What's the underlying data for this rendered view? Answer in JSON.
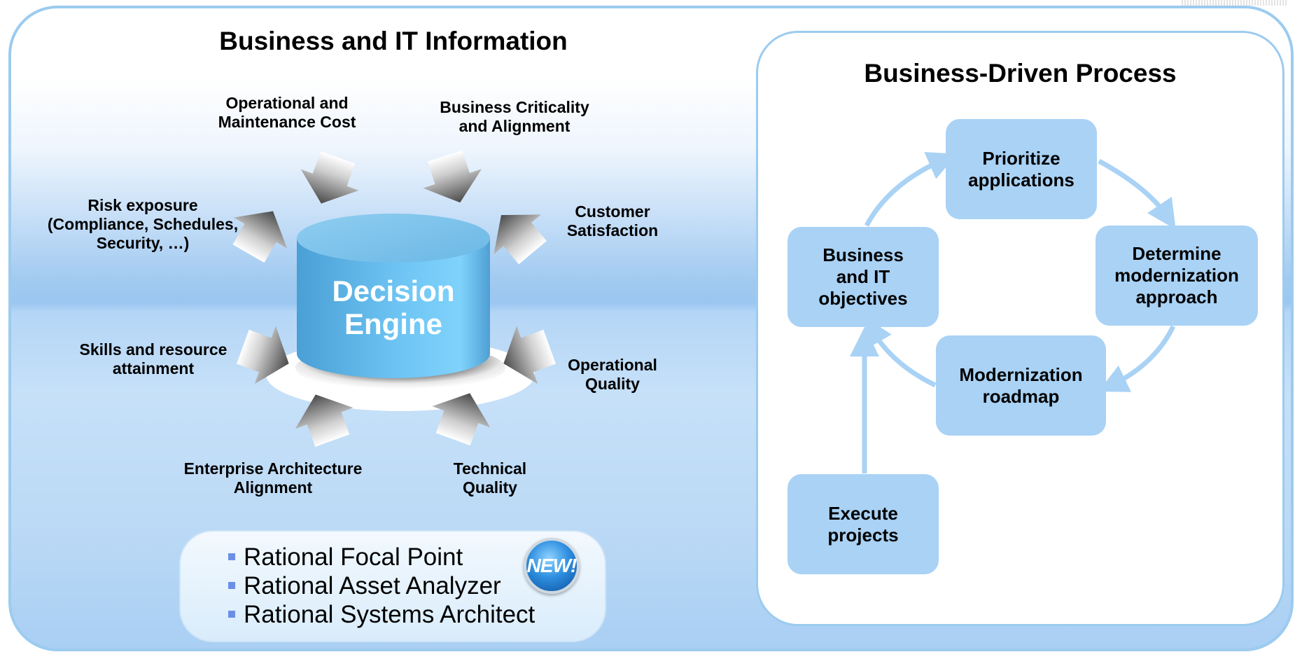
{
  "left_panel": {
    "title": "Business and IT Information",
    "factors": {
      "operational_cost": [
        "Operational and",
        "Maintenance Cost"
      ],
      "business_criticality": [
        "Business Criticality",
        "and Alignment"
      ],
      "risk_exposure": [
        "Risk exposure",
        "(Compliance, Schedules,",
        "Security, …)"
      ],
      "customer_satisfaction": [
        "Customer",
        "Satisfaction"
      ],
      "skills": [
        "Skills and resource",
        "attainment"
      ],
      "operational_quality": [
        "Operational",
        "Quality"
      ],
      "enterprise_architecture": [
        "Enterprise Architecture",
        "Alignment"
      ],
      "technical_quality": [
        "Technical",
        "Quality"
      ]
    },
    "engine": [
      "Decision",
      "Engine"
    ],
    "tools": [
      "Rational Focal Point",
      "Rational Asset Analyzer",
      "Rational Systems Architect"
    ],
    "badge": "NEW!"
  },
  "right_panel": {
    "title": "Business-Driven Process",
    "steps": {
      "prioritize": [
        "Prioritize",
        "applications"
      ],
      "objectives": [
        "Business",
        "and IT",
        "objectives"
      ],
      "determine": [
        "Determine",
        "modernization",
        "approach"
      ],
      "roadmap": [
        "Modernization",
        "roadmap"
      ],
      "execute": [
        "Execute",
        "projects"
      ]
    }
  },
  "colors": {
    "panel_border": "#9ccbef",
    "step_fill": "#a9d2f5",
    "cylinder": "#5aaee0",
    "badge": "#2f8fe0"
  }
}
